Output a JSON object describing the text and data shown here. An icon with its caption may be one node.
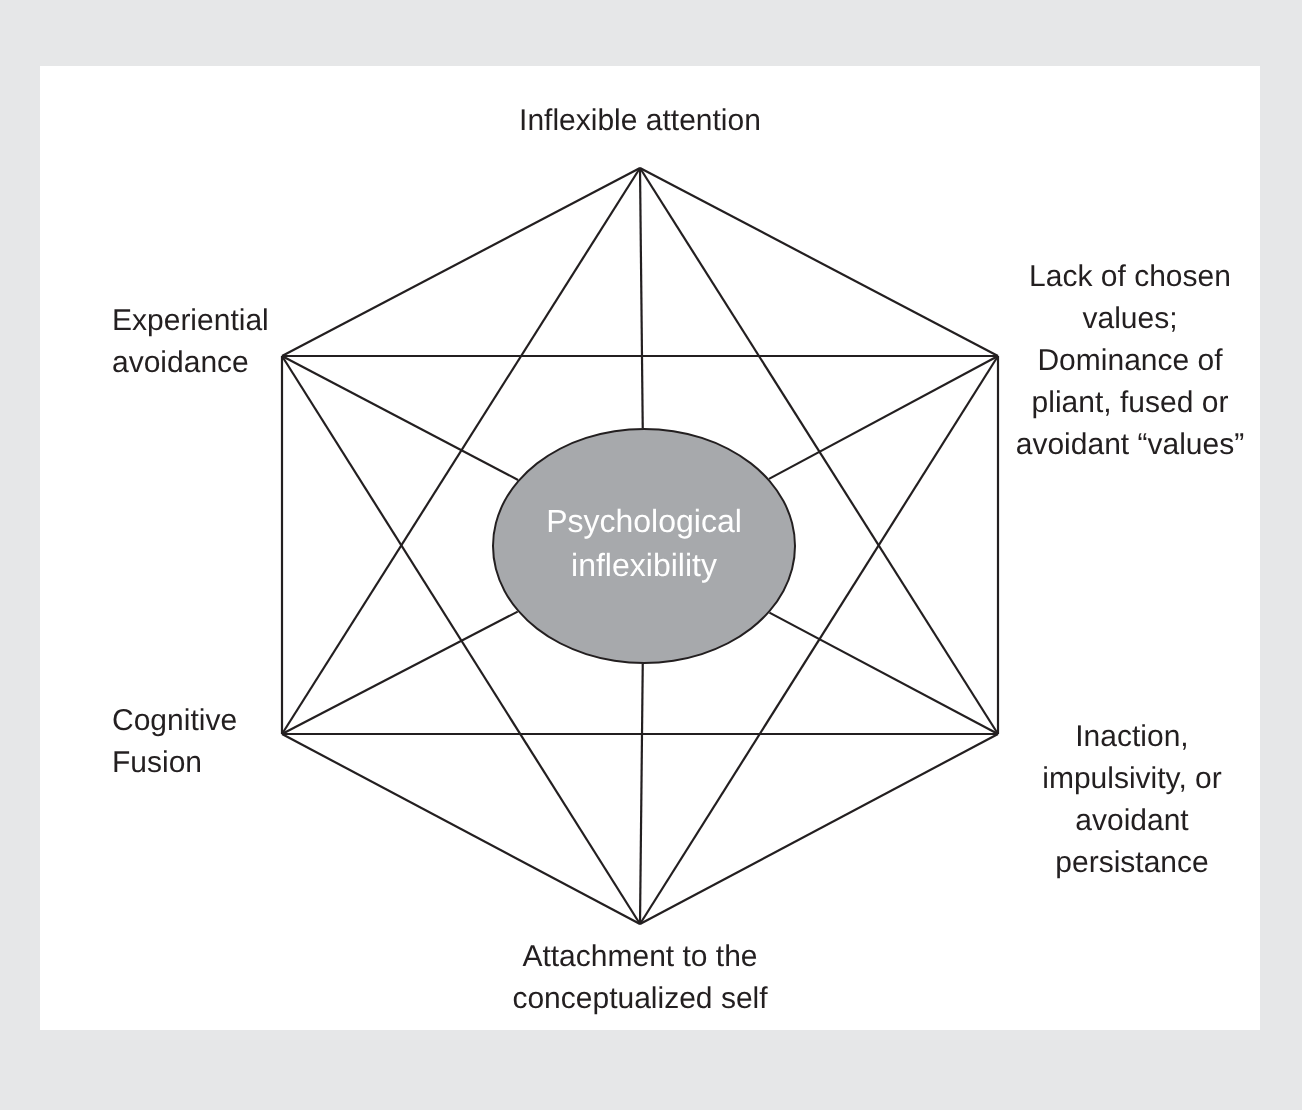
{
  "diagram": {
    "nodes": [
      {
        "text": [
          "Inflexible attention"
        ]
      },
      {
        "text": [
          "Experiential avoidance"
        ]
      },
      {
        "text": [
          "Lack of chosen values; Dominance of pliant, fused or avoidant “values”"
        ]
      },
      {
        "text": [
          "Psychological inflexibility"
        ]
      },
      {
        "text": [
          "Cognitive Fusion"
        ]
      },
      {
        "text": [
          "Inaction, impulsivity, or avoidant persistance"
        ]
      },
      {
        "text": [
          "Attachment to the conceptualized self"
        ]
      }
    ],
    "edges": [
      {
        "from": 0,
        "to": 1,
        "arrow": "none"
      },
      {
        "from": 0,
        "to": 2,
        "arrow": "none"
      },
      {
        "from": 1,
        "to": 4,
        "arrow": "none"
      },
      {
        "from": 2,
        "to": 5,
        "arrow": "none"
      },
      {
        "from": 4,
        "to": 6,
        "arrow": "none"
      },
      {
        "from": 5,
        "to": 6,
        "arrow": "none"
      },
      {
        "from": 0,
        "to": 4,
        "arrow": "none"
      },
      {
        "from": 0,
        "to": 5,
        "arrow": "none"
      },
      {
        "from": 1,
        "to": 2,
        "arrow": "none"
      },
      {
        "from": 4,
        "to": 5,
        "arrow": "none"
      },
      {
        "from": 1,
        "to": 6,
        "arrow": "none"
      },
      {
        "from": 2,
        "to": 6,
        "arrow": "none"
      },
      {
        "from": 0,
        "to": 3,
        "arrow": "none"
      },
      {
        "from": 1,
        "to": 3,
        "arrow": "none"
      },
      {
        "from": 2,
        "to": 3,
        "arrow": "none"
      },
      {
        "from": 4,
        "to": 3,
        "arrow": "none"
      },
      {
        "from": 5,
        "to": 3,
        "arrow": "none"
      },
      {
        "from": 6,
        "to": 3,
        "arrow": "none"
      }
    ]
  }
}
